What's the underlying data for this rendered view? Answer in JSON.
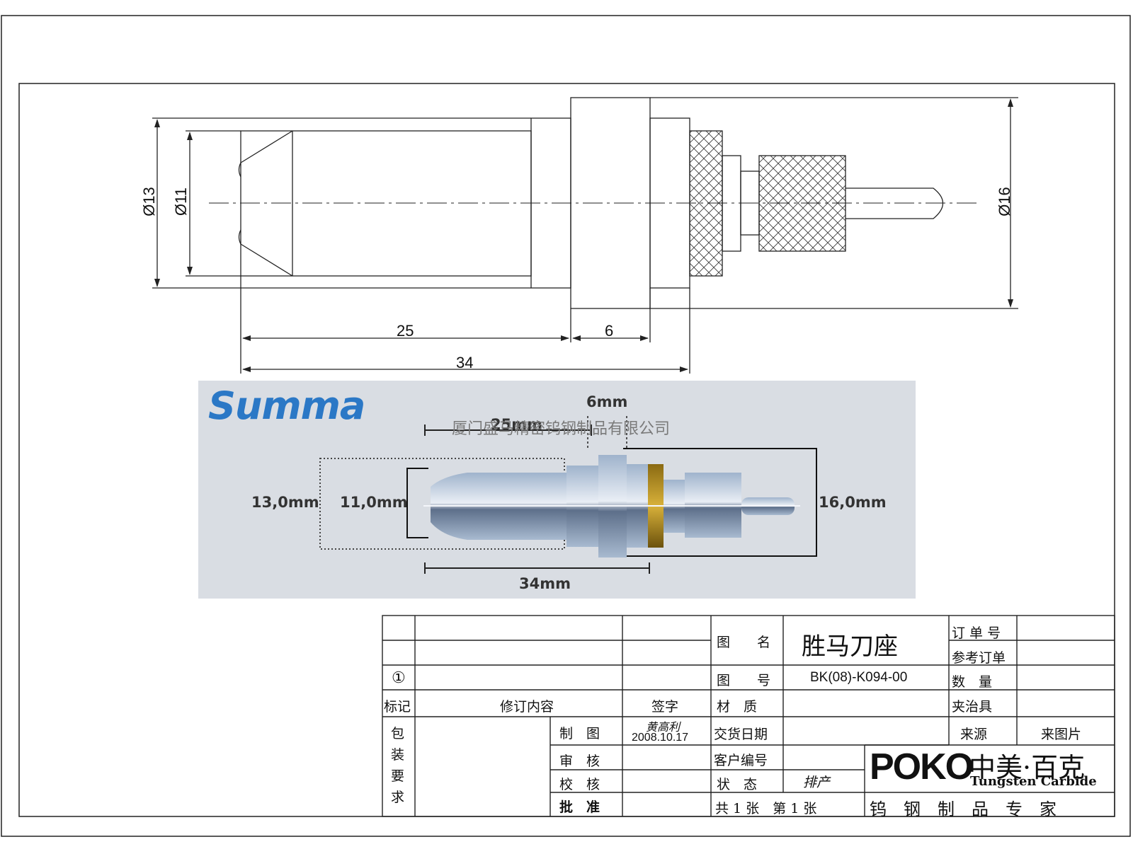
{
  "drawing": {
    "dim_d13": "Ø13",
    "dim_d11": "Ø11",
    "dim_d16": "Ø16",
    "dim_25": "25",
    "dim_6": "6",
    "dim_34": "34"
  },
  "photo": {
    "brand": "Summa",
    "watermark": "厦门盛马精密钨钢制品有限公司",
    "label_6mm": "6mm",
    "label_25mm": "25mm",
    "label_34mm": "34mm",
    "label_13mm": "13,0mm",
    "label_11mm": "11,0mm",
    "label_16mm": "16,0mm"
  },
  "title_block": {
    "rev_mark": "①",
    "label_mark": "标记",
    "label_rev_content": "修订内容",
    "label_sign": "签字",
    "label_packaging": [
      "包",
      "装",
      "要",
      "求"
    ],
    "label_drawn": "制　图",
    "label_review": "审　核",
    "label_check": "校　核",
    "label_approve": "批　准",
    "drawn_by": "黄高利",
    "drawn_date": "2008.10.17",
    "label_name": "图　　名",
    "part_name": "胜马刀座",
    "label_number": "图　　号",
    "part_number": "BK(08)-K094-00",
    "label_material": "材　质",
    "label_delivery": "交货日期",
    "label_customer": "客户编号",
    "label_status": "状　态",
    "status_value": "排产",
    "sheet_info": "共 1 张　第 1 张",
    "label_order": "订 单 号",
    "label_ref_order": "参考订单",
    "label_qty": "数　量",
    "label_fixture": "夹治具",
    "label_source": "来源",
    "source_value": "来图片",
    "logo_text": "POKO",
    "logo_cn": "中美·百克",
    "logo_en": "Tungsten Carbide",
    "slogan": "钨　钢　制　品　专　家"
  }
}
